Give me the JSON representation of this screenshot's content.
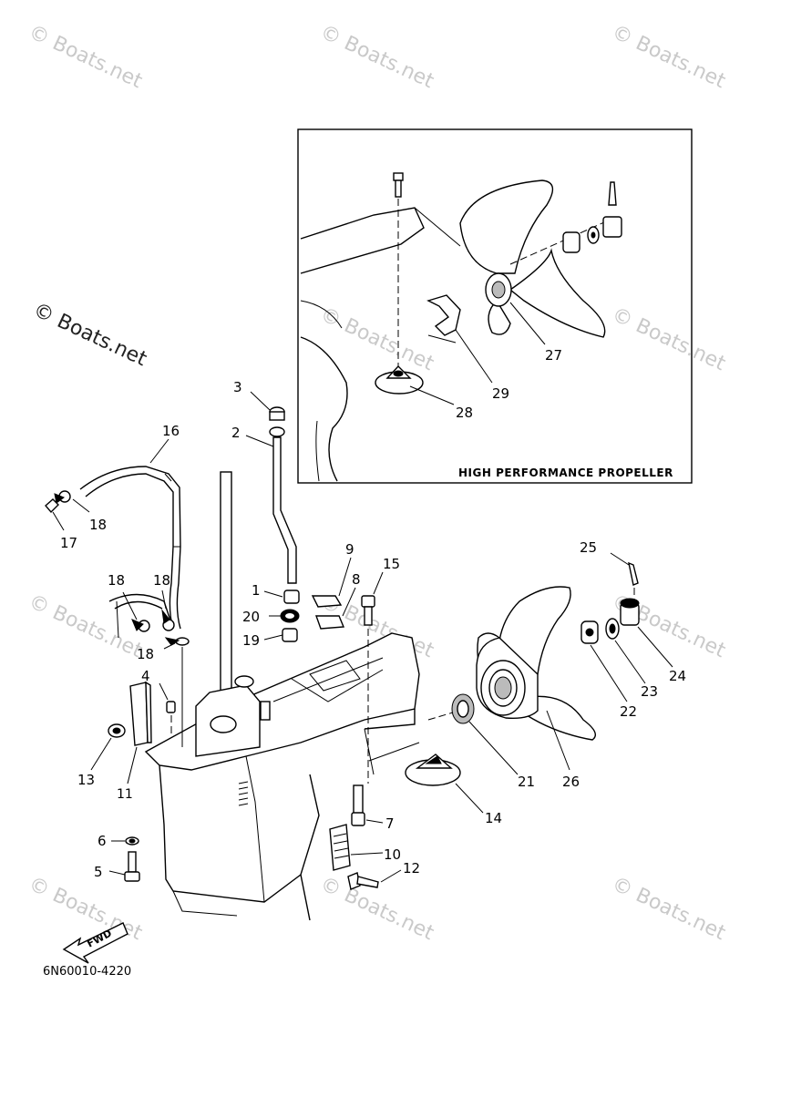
{
  "watermarks": [
    "© Boats.net",
    "© Boats.net",
    "© Boats.net",
    "© Boats.net",
    "© Boats.net",
    "© Boats.net",
    "© Boats.net",
    "© Boats.net",
    "© Boats.net",
    "© Boats.net",
    "© Boats.net",
    "© Boats.net"
  ],
  "inset": {
    "caption": "HIGH PERFORMANCE PROPELLER"
  },
  "part_numbers": {
    "p1": "1",
    "p2": "2",
    "p3": "3",
    "p4": "4",
    "p5": "5",
    "p6": "6",
    "p7": "7",
    "p8": "8",
    "p9": "9",
    "p10": "10",
    "p11": "11",
    "p12": "12",
    "p13": "13",
    "p14": "14",
    "p15": "15",
    "p16": "16",
    "p17": "17",
    "p18a": "18",
    "p18b": "18",
    "p18c": "18",
    "p18d": "18",
    "p19": "19",
    "p20": "20",
    "p21": "21",
    "p22": "22",
    "p23": "23",
    "p24": "24",
    "p25": "25",
    "p26": "26",
    "p27": "27",
    "p28": "28",
    "p29": "29"
  },
  "fwd_label": "FWD",
  "diagram_code": "6N60010-4220"
}
